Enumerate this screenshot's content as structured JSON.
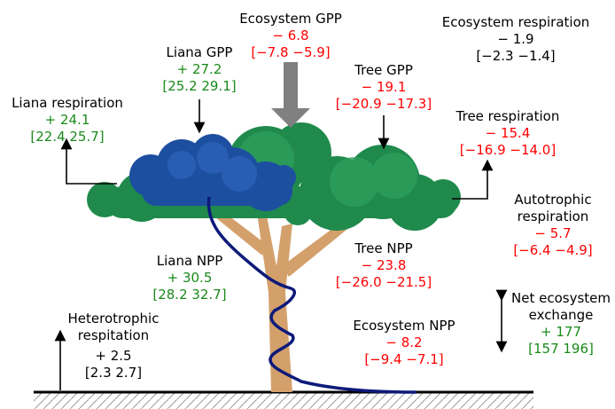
{
  "colors": {
    "tree_foliage": "#1f8a4c",
    "tree_foliage_light": "#2ea05e",
    "liana_foliage": "#1d4fa0",
    "liana_foliage_light": "#2b62b8",
    "trunk": "#d3a06c",
    "liana_stem": "#0d1a7a",
    "positive_value": "#1a8a1a",
    "negative_value": "#ff0000",
    "neutral_value": "#000000",
    "arrow_gray": "#808080"
  },
  "labels": {
    "ecosystem_gpp": {
      "title": "Ecosystem GPP",
      "value": "− 6.8",
      "range": "[−7.8 −5.9]"
    },
    "ecosystem_respiration": {
      "title": "Ecosystem respiration",
      "value": "− 1.9",
      "range": "[−2.3 −1.4]"
    },
    "liana_gpp": {
      "title": "Liana GPP",
      "value": "+ 27.2",
      "range": "[25.2 29.1]"
    },
    "tree_gpp": {
      "title": "Tree GPP",
      "value": "− 19.1",
      "range": "[−20.9 −17.3]"
    },
    "liana_respiration": {
      "title": "Liana respiration",
      "value": "+ 24.1",
      "range": "[22.4 25.7]"
    },
    "tree_respiration": {
      "title": "Tree respiration",
      "value": "− 15.4",
      "range": "[−16.9 −14.0]"
    },
    "autotrophic_respiration": {
      "title_line1": "Autotrophic",
      "title_line2": "respiration",
      "value": "− 5.7",
      "range": "[−6.4 −4.9]"
    },
    "liana_npp": {
      "title": "Liana NPP",
      "value": "+ 30.5",
      "range": "[28.2 32.7]"
    },
    "tree_npp": {
      "title": "Tree NPP",
      "value": "− 23.8",
      "range": "[−26.0 −21.5]"
    },
    "net_ecosystem_exchange": {
      "title_line1": "Net ecosystem",
      "title_line2": "exchange",
      "value": "+ 177",
      "range": "[157 196]"
    },
    "heterotrophic_respiration": {
      "title_line1": "Heterotrophic",
      "title_line2": "respitation",
      "value": "+ 2.5",
      "range": "[2.3 2.7]"
    },
    "ecosystem_npp": {
      "title": "Ecosystem NPP",
      "value": "− 8.2",
      "range": "[−9.4 −7.1]"
    }
  }
}
